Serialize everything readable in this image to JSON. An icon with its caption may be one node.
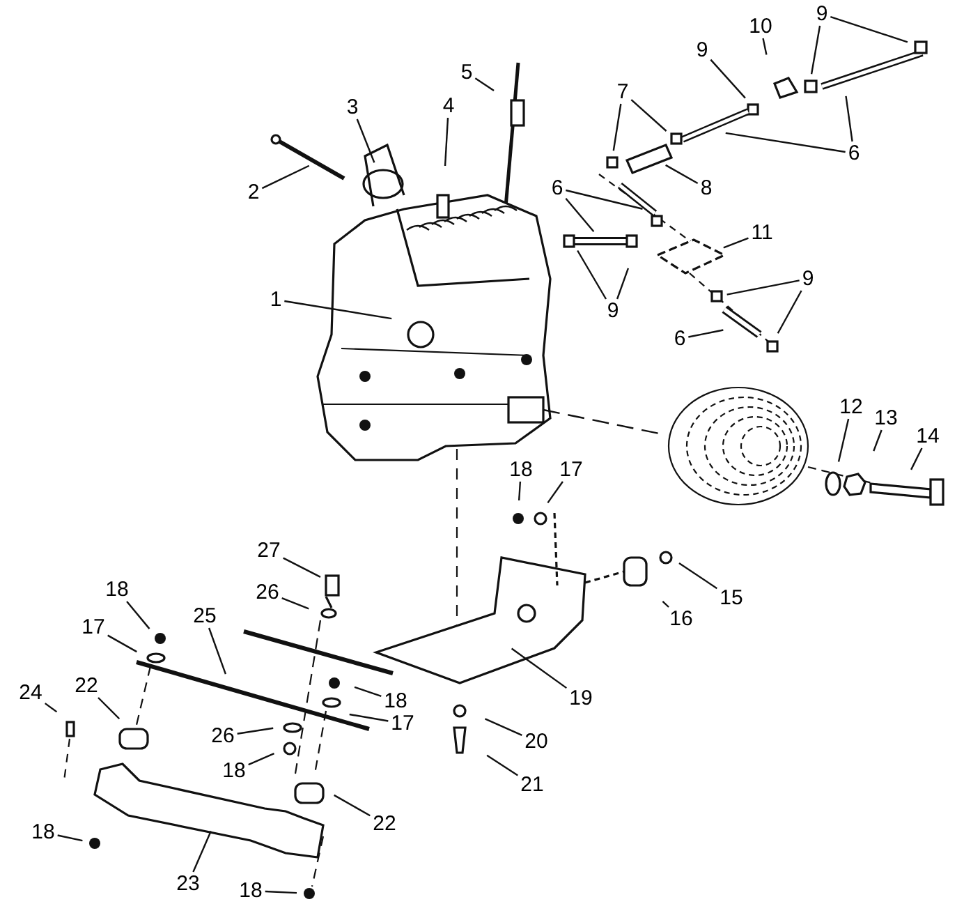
{
  "diagram": {
    "nodes": [
      {
        "text": [
          "1"
        ]
      },
      {
        "text": [
          "2"
        ]
      },
      {
        "text": [
          "3"
        ]
      },
      {
        "text": [
          "4"
        ]
      },
      {
        "text": [
          "5"
        ]
      },
      {
        "text": [
          "10"
        ]
      },
      {
        "text": [
          "9"
        ]
      },
      {
        "text": [
          "9"
        ]
      },
      {
        "text": [
          "7"
        ]
      },
      {
        "text": [
          "6"
        ]
      },
      {
        "text": [
          "8"
        ]
      },
      {
        "text": [
          "6"
        ]
      },
      {
        "text": [
          "9"
        ]
      },
      {
        "text": [
          "11"
        ]
      },
      {
        "text": [
          "9"
        ]
      },
      {
        "text": [
          "6"
        ]
      },
      {
        "text": [
          "12"
        ]
      },
      {
        "text": [
          "13"
        ]
      },
      {
        "text": [
          "14"
        ]
      },
      {
        "text": [
          "18"
        ]
      },
      {
        "text": [
          "17"
        ]
      },
      {
        "text": [
          "15"
        ]
      },
      {
        "text": [
          "16"
        ]
      },
      {
        "text": [
          "19"
        ]
      },
      {
        "text": [
          "20"
        ]
      },
      {
        "text": [
          "21"
        ]
      },
      {
        "text": [
          "27"
        ]
      },
      {
        "text": [
          "26"
        ]
      },
      {
        "text": [
          "18"
        ]
      },
      {
        "text": [
          "17"
        ]
      },
      {
        "text": [
          "25"
        ]
      },
      {
        "text": [
          "18"
        ]
      },
      {
        "text": [
          "17"
        ]
      },
      {
        "text": [
          "24"
        ]
      },
      {
        "text": [
          "22"
        ]
      },
      {
        "text": [
          "26"
        ]
      },
      {
        "text": [
          "18"
        ]
      },
      {
        "text": [
          "22"
        ]
      },
      {
        "text": [
          "18"
        ]
      },
      {
        "text": [
          "23"
        ]
      },
      {
        "text": [
          "18"
        ]
      }
    ],
    "edges": [
      {
        "from": 0,
        "to": null,
        "arrow": "none"
      },
      {
        "from": 1,
        "to": null,
        "arrow": "none"
      },
      {
        "from": 2,
        "to": null,
        "arrow": "none"
      },
      {
        "from": 3,
        "to": null,
        "arrow": "none"
      },
      {
        "from": 4,
        "to": null,
        "arrow": "none"
      },
      {
        "from": 5,
        "to": null,
        "arrow": "none"
      },
      {
        "from": 6,
        "to": null,
        "arrow": "none"
      },
      {
        "from": 6,
        "to": null,
        "arrow": "none"
      },
      {
        "from": 7,
        "to": null,
        "arrow": "none"
      },
      {
        "from": 8,
        "to": null,
        "arrow": "none"
      },
      {
        "from": 8,
        "to": null,
        "arrow": "none"
      },
      {
        "from": 9,
        "to": null,
        "arrow": "none"
      },
      {
        "from": 9,
        "to": null,
        "arrow": "none"
      },
      {
        "from": 10,
        "to": null,
        "arrow": "none"
      },
      {
        "from": 11,
        "to": null,
        "arrow": "none"
      },
      {
        "from": 11,
        "to": null,
        "arrow": "none"
      },
      {
        "from": 12,
        "to": null,
        "arrow": "none"
      },
      {
        "from": 12,
        "to": null,
        "arrow": "none"
      },
      {
        "from": 13,
        "to": null,
        "arrow": "none"
      },
      {
        "from": 14,
        "to": null,
        "arrow": "none"
      },
      {
        "from": 14,
        "to": null,
        "arrow": "none"
      },
      {
        "from": 15,
        "to": null,
        "arrow": "none"
      },
      {
        "from": 16,
        "to": null,
        "arrow": "none"
      },
      {
        "from": 17,
        "to": null,
        "arrow": "none"
      },
      {
        "from": 18,
        "to": null,
        "arrow": "none"
      },
      {
        "from": 19,
        "to": null,
        "arrow": "none"
      },
      {
        "from": 20,
        "to": null,
        "arrow": "none"
      },
      {
        "from": 21,
        "to": null,
        "arrow": "none"
      },
      {
        "from": 22,
        "to": null,
        "arrow": "none"
      },
      {
        "from": 23,
        "to": null,
        "arrow": "none"
      },
      {
        "from": 24,
        "to": null,
        "arrow": "none"
      },
      {
        "from": 25,
        "to": null,
        "arrow": "none"
      },
      {
        "from": 26,
        "to": null,
        "arrow": "none"
      },
      {
        "from": 27,
        "to": null,
        "arrow": "none"
      },
      {
        "from": 28,
        "to": null,
        "arrow": "none"
      },
      {
        "from": 29,
        "to": null,
        "arrow": "none"
      },
      {
        "from": 30,
        "to": null,
        "arrow": "none"
      },
      {
        "from": 31,
        "to": null,
        "arrow": "none"
      },
      {
        "from": 32,
        "to": null,
        "arrow": "none"
      },
      {
        "from": 33,
        "to": null,
        "arrow": "none"
      },
      {
        "from": 34,
        "to": null,
        "arrow": "none"
      },
      {
        "from": 35,
        "to": null,
        "arrow": "none"
      },
      {
        "from": 36,
        "to": null,
        "arrow": "none"
      },
      {
        "from": 37,
        "to": null,
        "arrow": "none"
      },
      {
        "from": 38,
        "to": null,
        "arrow": "none"
      },
      {
        "from": 39,
        "to": null,
        "arrow": "none"
      },
      {
        "from": 40,
        "to": null,
        "arrow": "none"
      }
    ]
  }
}
